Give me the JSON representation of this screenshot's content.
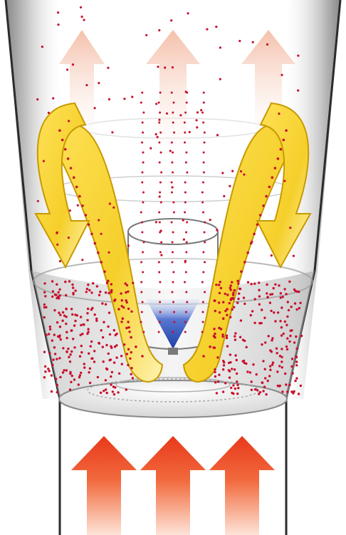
{
  "diagram": {
    "kind": "fluid-bed-granulator-airflow",
    "text_labels": [],
    "colors": {
      "background": "#ffffff",
      "chamber_shade": "#8a8a8a",
      "inlet_arrow": "#e8391b",
      "outlet_arrow": "#f2b49a",
      "circulation_arrow": "#f5cf2a",
      "circulation_outline": "#c79a00",
      "particle": "#c8102e",
      "spray_cone": "#1e3fa8"
    },
    "components": [
      {
        "name": "inlet-air-arrows",
        "count": 3,
        "direction": "up"
      },
      {
        "name": "outlet-air-arrows",
        "count": 3,
        "direction": "up"
      },
      {
        "name": "circulation-arrows",
        "count": 2,
        "direction": "down-outside"
      },
      {
        "name": "inner-draft-tube",
        "count": 1
      },
      {
        "name": "spray-nozzle-cone",
        "count": 1,
        "direction": "up"
      },
      {
        "name": "particle-cloud",
        "count": 1
      }
    ]
  }
}
